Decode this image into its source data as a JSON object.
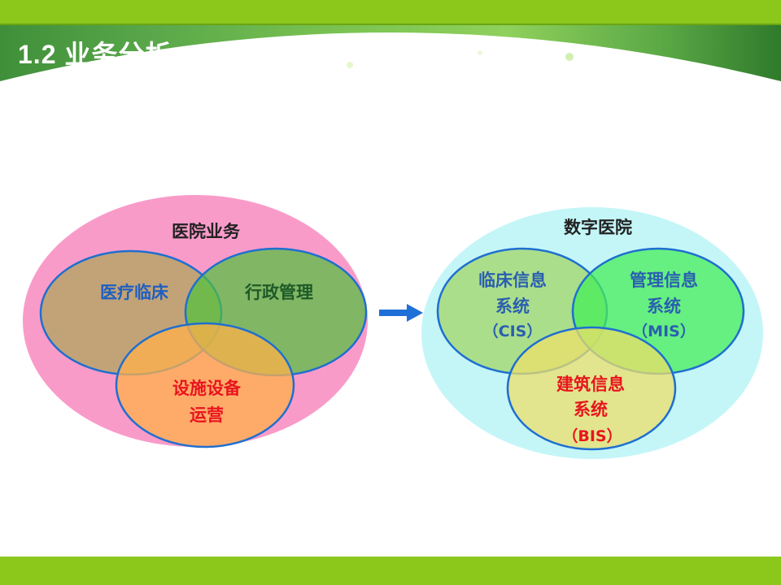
{
  "slide_title": "1.2  业务分析",
  "left": {
    "title": "医院业务",
    "circles": [
      {
        "lines": [
          "医疗临床"
        ],
        "color": "#1f5fc0"
      },
      {
        "lines": [
          "行政管理"
        ],
        "color": "#1e5a28"
      },
      {
        "lines": [
          "设施设备",
          "运营"
        ],
        "color": "#e8141e"
      }
    ]
  },
  "right": {
    "title": "数字医院",
    "circles": [
      {
        "lines": [
          "临床信息",
          "系统",
          "（CIS）"
        ],
        "color": "#2a5fb0"
      },
      {
        "lines": [
          "管理信息",
          "系统",
          "（MIS）"
        ],
        "color": "#2a5fb0"
      },
      {
        "lines": [
          "建筑信息",
          "系统",
          "（BIS）"
        ],
        "color": "#e8141e"
      }
    ]
  }
}
